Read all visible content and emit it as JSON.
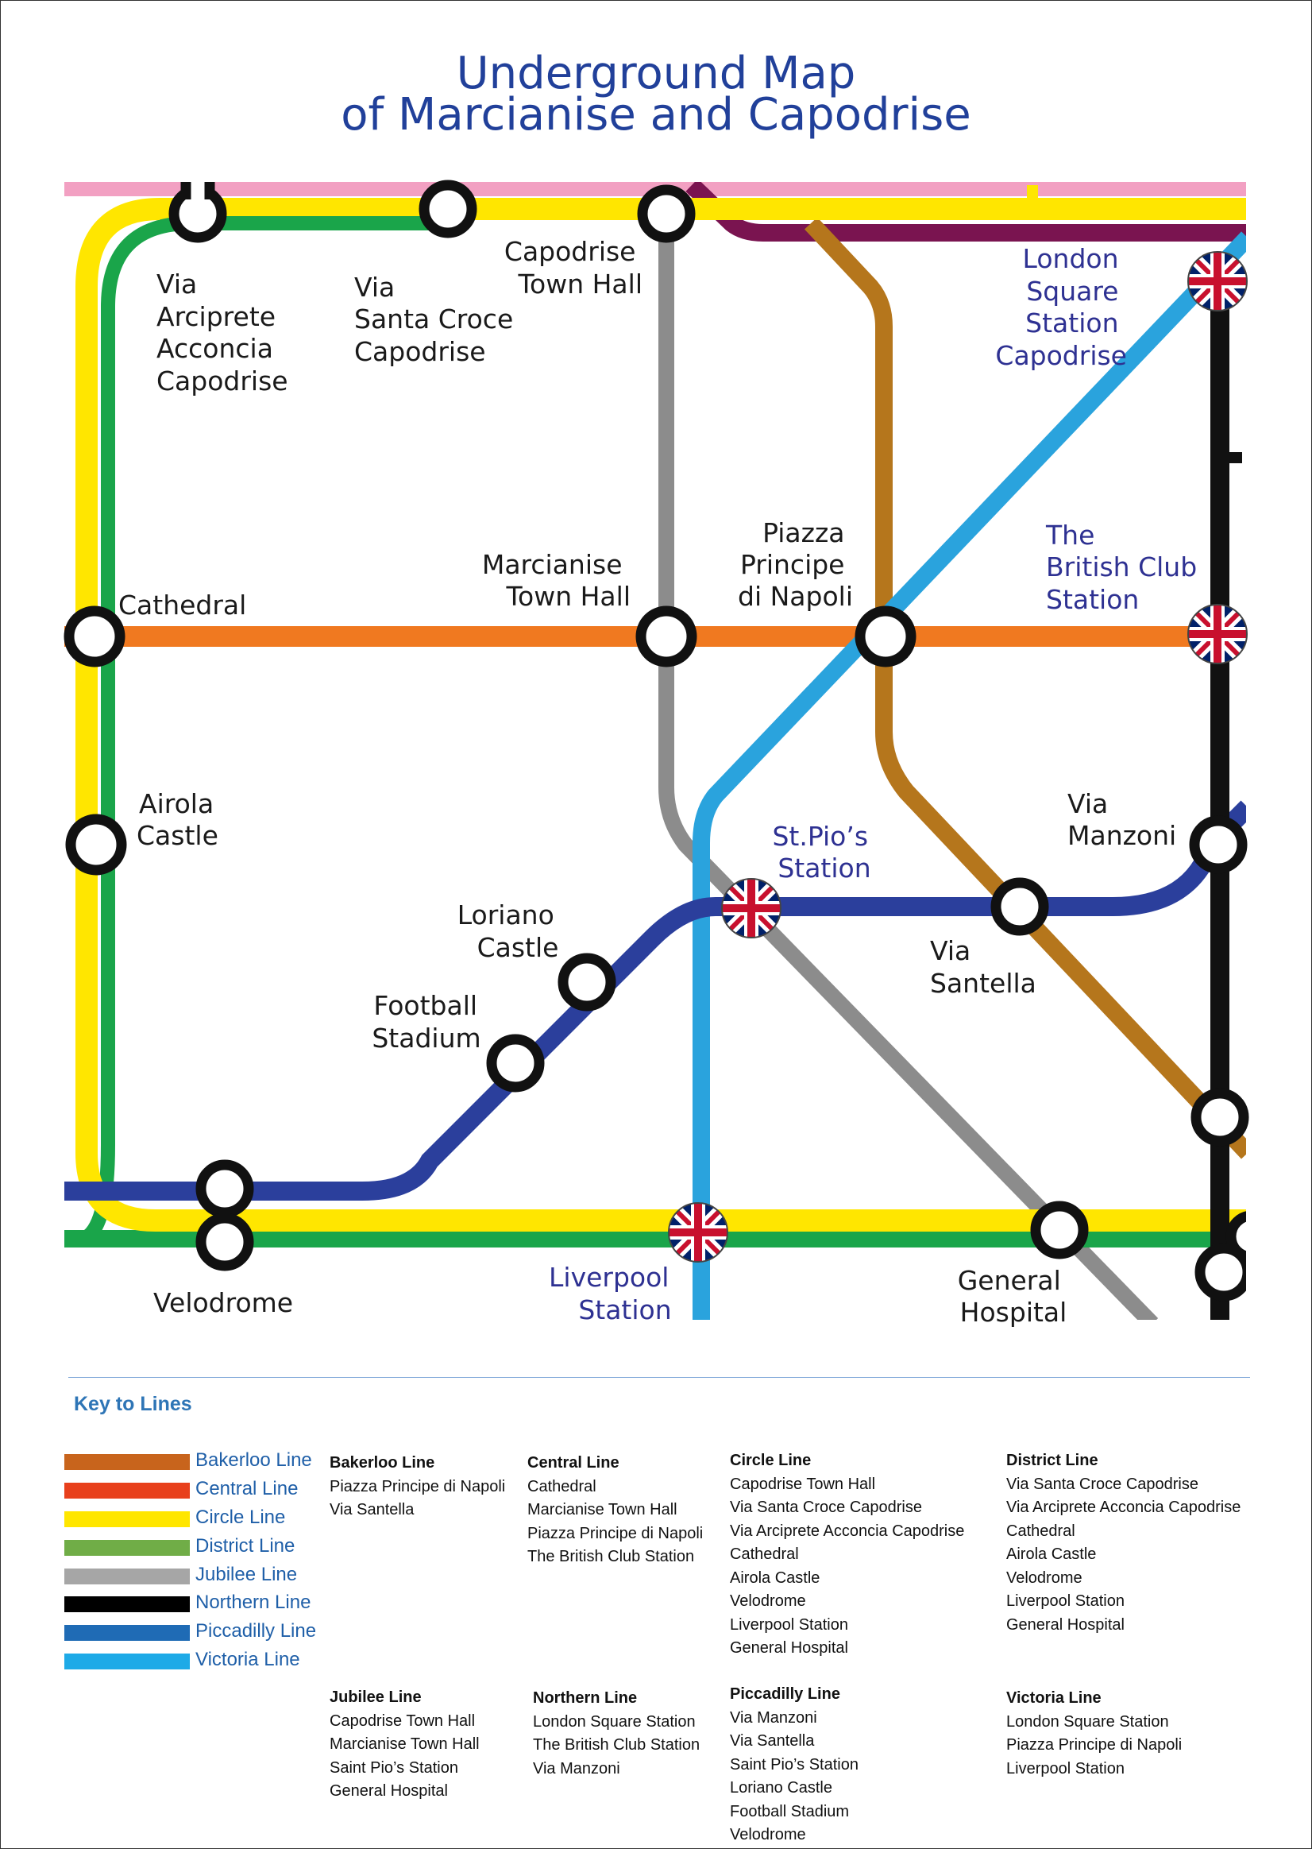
{
  "title": {
    "line1": "Underground Map",
    "line2": "of Marcianise and Capodrise"
  },
  "colors": {
    "bakerloo": "#b5761c",
    "central": "#f07920",
    "circle": "#ffe600",
    "district": "#1aa54a",
    "jubilee": "#8c8c8c",
    "northern": "#111111",
    "piccadilly": "#2b3f9c",
    "victoria": "#2aa3dd",
    "metropolitan": "#7a1450",
    "hammersmith": "#f2a0c2",
    "label_blue": "#2e3192",
    "title_blue": "#21409a"
  },
  "stations": {
    "via_arciprete": [
      "Via",
      "Arciprete",
      "Acconcia",
      "Capodrise"
    ],
    "via_santa_croce": [
      "Via",
      "Santa Croce",
      "Capodrise"
    ],
    "capodrise_town_hall": [
      "Capodrise",
      "Town Hall"
    ],
    "london_square": [
      "London",
      "Square",
      "Station",
      "Capodrise"
    ],
    "cathedral": [
      "Cathedral"
    ],
    "marcianise_town_hall": [
      "Marcianise",
      "Town Hall"
    ],
    "piazza_principe": [
      "Piazza",
      "Principe",
      "di Napoli"
    ],
    "british_club": [
      "The",
      "British Club",
      "Station"
    ],
    "airola_castle": [
      "Airola",
      "Castle"
    ],
    "st_pio": [
      "St.Pio’s",
      "Station"
    ],
    "via_manzoni": [
      "Via",
      "Manzoni"
    ],
    "loriano_castle": [
      "Loriano",
      "Castle"
    ],
    "via_santella": [
      "Via",
      "Santella"
    ],
    "football_stadium": [
      "Football",
      "Stadium"
    ],
    "velodrome": [
      "Velodrome"
    ],
    "liverpool": [
      "Liverpool",
      "Station"
    ],
    "general_hospital": [
      "General",
      "Hospital"
    ]
  },
  "key": {
    "title": "Key to Lines",
    "legend": [
      {
        "name": "Bakerloo Line",
        "color": "#c8641c"
      },
      {
        "name": "Central Line",
        "color": "#e8401c"
      },
      {
        "name": "Circle Line",
        "color": "#ffe600"
      },
      {
        "name": "District Line",
        "color": "#70ad47"
      },
      {
        "name": "Jubilee Line",
        "color": "#a6a6a6"
      },
      {
        "name": "Northern Line",
        "color": "#000000"
      },
      {
        "name": "Piccadilly Line",
        "color": "#1f6bb5"
      },
      {
        "name": "Victoria Line",
        "color": "#1eaae7"
      }
    ],
    "lines": [
      {
        "title": "Bakerloo Line",
        "stations": [
          "Piazza Principe di Napoli",
          "Via Santella"
        ]
      },
      {
        "title": "Central Line",
        "stations": [
          "Cathedral",
          "Marcianise Town Hall",
          "Piazza Principe di Napoli",
          "The British Club Station"
        ]
      },
      {
        "title": "Circle Line",
        "stations": [
          "Capodrise Town Hall",
          "Via Santa Croce Capodrise",
          "Via Arciprete Acconcia Capodrise",
          "Cathedral",
          "Airola Castle",
          "Velodrome",
          "Liverpool Station",
          "General Hospital"
        ]
      },
      {
        "title": "District Line",
        "stations": [
          "Via Santa Croce Capodrise",
          "Via Arciprete Acconcia Capodrise",
          "Cathedral",
          "Airola Castle",
          "Velodrome",
          "Liverpool Station",
          "General Hospital"
        ]
      },
      {
        "title": "Jubilee Line",
        "stations": [
          "Capodrise Town Hall",
          "Marcianise Town Hall",
          "Saint Pio’s Station",
          "General Hospital"
        ]
      },
      {
        "title": "Northern Line",
        "stations": [
          "London Square Station",
          "The British Club Station",
          "Via Manzoni"
        ]
      },
      {
        "title": "Piccadilly Line",
        "stations": [
          "Via Manzoni",
          "Via Santella",
          "Saint Pio’s Station",
          "Loriano Castle",
          "Football Stadium",
          "Velodrome"
        ]
      },
      {
        "title": "Victoria Line",
        "stations": [
          "London Square Station",
          "Piazza Principe di Napoli",
          "Liverpool Station"
        ]
      }
    ]
  }
}
